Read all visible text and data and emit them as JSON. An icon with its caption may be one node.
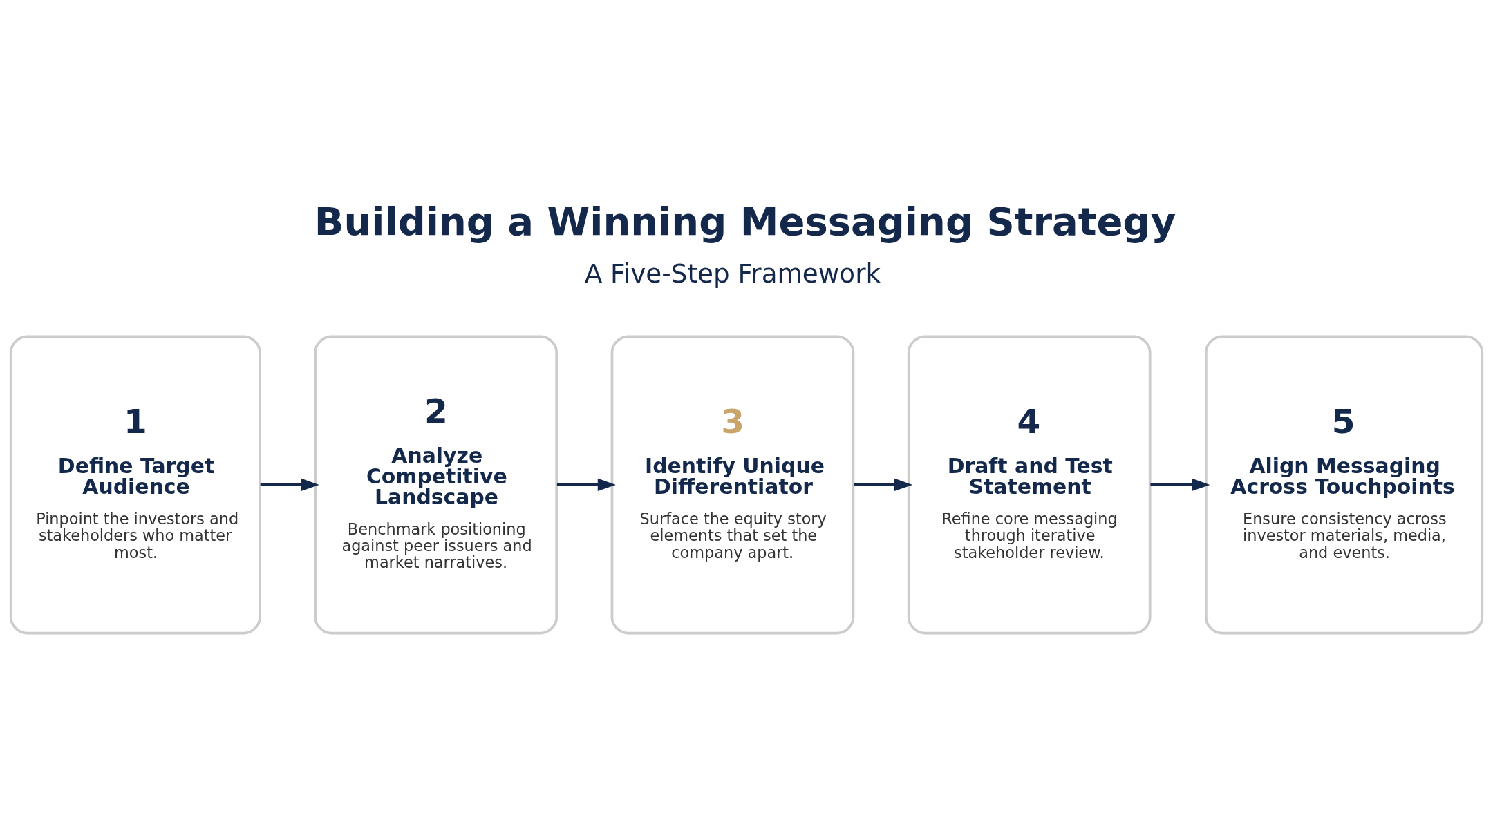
{
  "diagram": {
    "title": "Building a Winning Messaging Strategy",
    "nodes": [
      {
        "text": [
          "1",
          "Define Target Audience",
          "Pinpoint the investors and stakeholders who matter most."
        ]
      },
      {
        "text": [
          "2",
          "Analyze Competitive Landscape",
          "Benchmark positioning against peer issuers and market narratives."
        ]
      },
      {
        "text": [
          "3",
          "Identify Unique Differentiator",
          "Surface the equity story elements that set the company apart."
        ]
      },
      {
        "text": [
          "4",
          "Draft and Test Statement",
          "Refine core messaging through iterative stakeholder review."
        ]
      },
      {
        "text": [
          "5",
          "Align Messaging Across Touchpoints",
          "Ensure consistency across investor materials, media, and events."
        ]
      }
    ],
    "edges": [
      {
        "from": 0,
        "to": 1,
        "arrow": "to"
      },
      {
        "from": 1,
        "to": 2,
        "arrow": "to"
      },
      {
        "from": 2,
        "to": 3,
        "arrow": "to"
      },
      {
        "from": 3,
        "to": 4,
        "arrow": "to"
      }
    ],
    "labels": [
      "A Five-Step Framework"
    ]
  }
}
